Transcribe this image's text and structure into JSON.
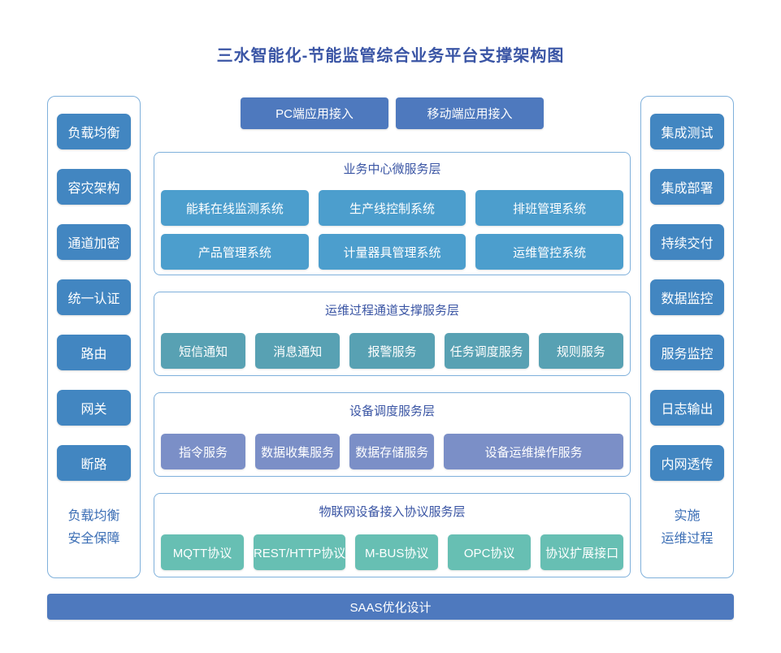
{
  "title": "三水智能化-节能监管综合业务平台支撑架构图",
  "access_buttons": [
    "PC端应用接入",
    "移动端应用接入"
  ],
  "left_panel": {
    "items": [
      "负载均衡",
      "容灾架构",
      "通道加密",
      "统一认证",
      "路由",
      "网关",
      "断路"
    ],
    "footer": [
      "负载均衡",
      "安全保障"
    ]
  },
  "right_panel": {
    "items": [
      "集成测试",
      "集成部署",
      "持续交付",
      "数据监控",
      "服务监控",
      "日志输出",
      "内网透传"
    ],
    "footer": [
      "实施",
      "运维过程"
    ]
  },
  "layers": [
    {
      "title": "业务中心微服务层",
      "rows": [
        [
          "能耗在线监测系统",
          "生产线控制系统",
          "排班管理系统"
        ],
        [
          "产品管理系统",
          "计量器具管理系统",
          "运维管控系统"
        ]
      ]
    },
    {
      "title": "运维过程通道支撑服务层",
      "rows": [
        [
          "短信通知",
          "消息通知",
          "报警服务",
          "任务调度服务",
          "规则服务"
        ]
      ]
    },
    {
      "title": "设备调度服务层",
      "rows": [
        [
          "指令服务",
          "数据收集服务",
          "数据存储服务",
          "设备运维操作服务"
        ]
      ]
    },
    {
      "title": "物联网设备接入协议服务层",
      "rows": [
        [
          "MQTT协议",
          "REST/HTTP协议",
          "M-BUS协议",
          "OPC协议",
          "协议扩展接口"
        ]
      ]
    }
  ],
  "footer_bar": "SAAS优化设计",
  "colors": {
    "title_text": "#3A55A5",
    "panel_border": "#7FB0DB",
    "side_box": "#4286C1",
    "primary_button": "#4E79BE",
    "layer1_box": "#4C9ECD",
    "layer2_box": "#58A1B3",
    "layer3_box": "#7B8FC7",
    "layer4_box": "#67BFB3",
    "footer_text": "#3B6EB5"
  }
}
